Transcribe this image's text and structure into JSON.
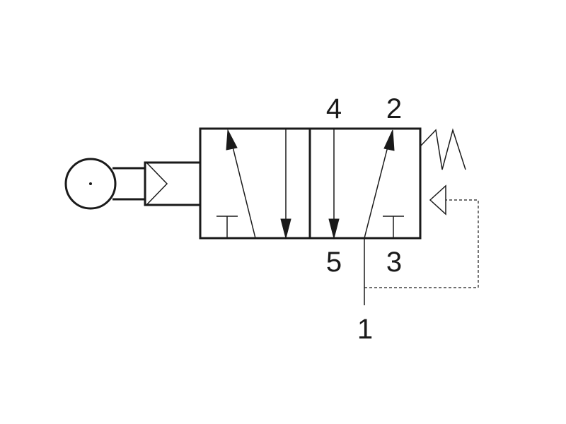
{
  "diagram": {
    "ports": {
      "port_4": "4",
      "port_2": "2",
      "port_5": "5",
      "port_3": "3",
      "port_1": "1"
    },
    "colors": {
      "line": "#1a1a1a",
      "background": "#ffffff"
    },
    "icons": {
      "actuator": "roller-lever-icon",
      "return": "spring-return-icon",
      "pilot": "pilot-triangle-icon",
      "exhaust": "exhaust-tee-icon"
    }
  }
}
